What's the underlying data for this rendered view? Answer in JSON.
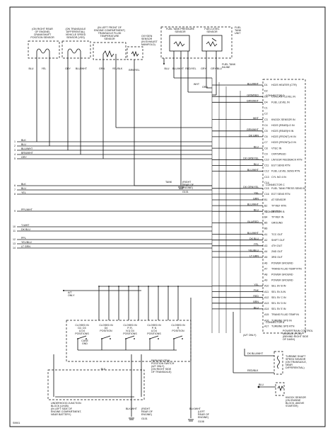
{
  "diagram": {
    "corner_id": "S9901",
    "components": {
      "crankshaft_sensor": [
        "(ON RIGHT REAR",
        "OF ENGINE)",
        "CRANKSHAFT",
        "POSITION SENSOR"
      ],
      "vehicle_speed_sensor": [
        "(ON TRANSAXLE",
        "DIFFERENTIAL)",
        "VEHICLE SPEED",
        "SENSOR (VSS)"
      ],
      "transaxle_fluid_sensor": [
        "(IN LEFT FRONT OF",
        "ENGINE COMPARTMENT)",
        "TRANSAXLE FLUID",
        "TEMPERATURE",
        "SENSOR"
      ],
      "oxygen_sensor": [
        "OXYGEN",
        "SENSOR",
        "(IN EXHAUST",
        "MANIFOLD)"
      ],
      "fuel_tank_unit": [
        "FUEL",
        "TANK",
        "UNIT"
      ],
      "fuel_tank_pressure_sensor": [
        "FUEL TANK PRESSURE",
        "SENSOR"
      ],
      "fuel_level_sensor": [
        "FUEL LEVEL",
        "SENSOR"
      ],
      "fuel_tank_inline": [
        "FUEL TANK",
        "INLINE"
      ],
      "tank_ground": [
        "TANK",
        "(RIGHT",
        "REAR OF",
        "ENGINE)",
        "G101"
      ],
      "pcm": [
        "POWERTRAIN CONTROL",
        "MODULE (PCM)",
        "(BEHIND RIGHT SIDE",
        "OF DASH)"
      ],
      "trs_switch": [
        "PARK/NEUTRAL",
        "POSITION SWITCH",
        "(A/T ONLY)",
        "(ON RIGHT SIDE",
        "OF TRANSAXLE)"
      ],
      "junction_block": [
        "UNDERHOOD JUNCTION",
        "BLOCK (UHJB)",
        "(IN LEFT SIDE OF",
        "ENGINE COMPARTMENT,",
        "NEAR BATTERY)"
      ],
      "turbine_shaft_sensor": [
        "TURBINE SHAFT",
        "SPEED SENSOR",
        "(ON TRANSAXLE,",
        "NEAR",
        "DIFFERENTIAL)"
      ],
      "knock_sensor": [
        "KNOCK SENSOR",
        "(ON ENGINE",
        "BLOCK, ABOVE",
        "STARTER)"
      ],
      "ground_left": [
        "(RIGHT",
        "REAR OF",
        "ENGINE)",
        "G101"
      ],
      "ground_right": [
        "(LEFT",
        "REAR OF",
        "ENGINE)",
        "G108"
      ],
      "at_only_a": [
        "A/T",
        "ONLY"
      ],
      "at_only_b": "(A/T ONLY)",
      "case": [
        "CASE",
        "GND"
      ]
    },
    "switch_positions": [
      [
        "CLOSED IN",
        "D2, D3",
        "& D4",
        "POSITIONS"
      ],
      [
        "CLOSED IN",
        "D4",
        "POSITION"
      ],
      [
        "CLOSED IN",
        "P, R,",
        "N & D4",
        "POSITIONS"
      ],
      [
        "CLOSED IN",
        "P, N",
        "& D4",
        "POSITIONS"
      ],
      [
        "CLOSED IN",
        "R",
        "POSITION"
      ]
    ],
    "top_wire_colors": [
      "YEL",
      "BLU",
      "GRY",
      "BLU/WHT",
      "GRN",
      "YEL/BLK",
      "BRN/YEL",
      "BLU",
      "BLU/WHT",
      "RED/YEL",
      "GRY",
      "GRY/BLU",
      "WHT",
      "GRN"
    ],
    "pcm_connectors": [
      "CONNECTOR D",
      "CONNECTOR C",
      "CONNECTOR B",
      "CONNECTOR A"
    ],
    "pcm_pins": [
      [
        "D1",
        "BLU/WHT",
        "HO2S HEATER (CTR)"
      ],
      [
        "D2",
        "",
        ""
      ],
      [
        "D3",
        "GRN/RED",
        "COOLANT LEVEL IN"
      ],
      [
        "D4",
        "GRN/WHT",
        "FUEL LEVEL IN"
      ],
      [
        "C1",
        "",
        ""
      ],
      [
        "C2",
        "",
        ""
      ],
      [
        "C3",
        "WHT",
        "KNOCK SENSOR IN"
      ],
      [
        "C4",
        "",
        "HO2S (REAR)LO IN"
      ],
      [
        "C5",
        "GRN/WHT",
        "HO2S (REAR)HI IN"
      ],
      [
        "C6",
        "DK GRN",
        "HO2S (FRONT) HI IN"
      ],
      [
        "C7",
        "",
        "HO2S (FRONT)LO IN"
      ],
      [
        "C8",
        "BLU",
        "VTEC IN"
      ],
      [
        "C9",
        "",
        "CKP/SPEED"
      ],
      [
        "C10",
        "DK GRN/YEL",
        "LIM EGR FEEDBACK RTN"
      ],
      [
        "C11",
        "BLU",
        "EGT SENS RTN"
      ],
      [
        "C12",
        "BLU/WHT",
        "FUEL LEVEL SENS RTN"
      ],
      [
        "C13",
        "",
        "CYL NO 4 IN"
      ],
      [
        "C14",
        "",
        ""
      ],
      [
        "C15",
        "DK GRN/YEL",
        "FUEL TANK PRESS SENS IN"
      ],
      [
        "C16",
        "YEL",
        "EGT SENS RTN"
      ],
      [
        "B1",
        "GRN",
        "AT SENSOR"
      ],
      [
        "B2",
        "BLU/WHT",
        "TP REF RTN"
      ],
      [
        "B3",
        "BLU",
        "TP REF"
      ],
      [
        "B4",
        "",
        "TP REF IN"
      ],
      [
        "B5",
        "BLU/RED",
        "GROUND"
      ],
      [
        "B6",
        "",
        ""
      ],
      [
        "A1",
        "BLU/WHT",
        "TCC OUT"
      ],
      [
        "A2",
        "DK BLU",
        "SHIFT OUT"
      ],
      [
        "A3",
        "PPL",
        "4TH OUT"
      ],
      [
        "A4",
        "YEL/BLU",
        "2ND OUT"
      ],
      [
        "A5",
        "LT GRN",
        "3RD OUT"
      ],
      [
        "A6",
        "",
        "POWER GROUND"
      ],
      [
        "A7",
        "",
        "TRANS FLUID TEMP RTN"
      ],
      [
        "A8",
        "",
        "POWER GROUND"
      ],
      [
        "A9",
        "",
        "POWER GROUND"
      ],
      [
        "A10",
        "YEL",
        "SEL SV B IN"
      ],
      [
        "A11",
        "PNK",
        "SEL SV A IN"
      ],
      [
        "A12",
        "RED",
        "SEL SV C IN"
      ],
      [
        "A13",
        "BRN",
        "SEL SV D IN"
      ],
      [
        "A14",
        "BLU",
        "SEL SV E IN"
      ],
      [
        "A15",
        "",
        "TRANS FLUID TEMP IN"
      ],
      [
        "A16",
        "",
        "TURBINE SPD IN"
      ],
      [
        "A17",
        "",
        "TURBINE SPD RTN"
      ]
    ],
    "left_wires": [
      [
        "1",
        "BLK"
      ],
      [
        "2",
        "BLU"
      ],
      [
        "3",
        "BLU/WHT"
      ],
      [
        "4",
        "BRN/WHT"
      ],
      [
        "5",
        "GRY"
      ],
      [
        "6",
        "BLK"
      ],
      [
        "7",
        "BLU"
      ],
      [
        "8",
        "YEL"
      ],
      [
        "9",
        "PPL/WHT"
      ],
      [
        "10",
        "T-WHT"
      ],
      [
        "11",
        "DK BLU"
      ],
      [
        "12",
        "PPL"
      ],
      [
        "13",
        "YEL/BLU"
      ],
      [
        "14",
        "LT GRN"
      ]
    ],
    "bottom_labels": {
      "left_ground_wire": "BLK/WHT",
      "right_ground_wire": "BLK/WHT",
      "uhjb_wire": "BLK",
      "ds_top": "DK BLU/WHT",
      "ds_bottom": "RED/BLK",
      "knock_wire": "BLU",
      "sheet_id": "S9901"
    }
  }
}
